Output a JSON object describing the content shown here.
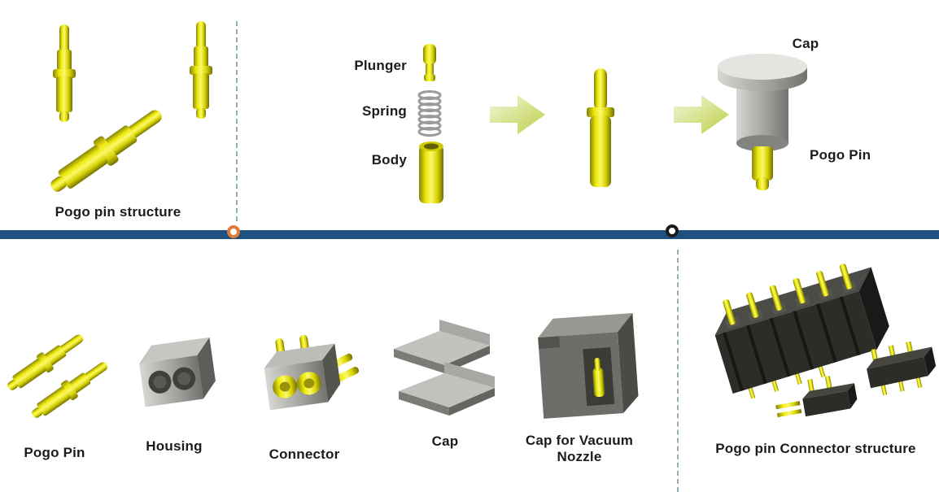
{
  "top_left": {
    "label": "Pogo pin  structure"
  },
  "exploded": {
    "plunger_label": "Plunger",
    "spring_label": "Spring",
    "body_label": "Body"
  },
  "assembled": {
    "cap_label": "Cap",
    "pogo_pin_label": "Pogo Pin"
  },
  "bottom_row": {
    "items": [
      {
        "label": "Pogo Pin"
      },
      {
        "label": "Housing"
      },
      {
        "label": "Connector"
      },
      {
        "label": "Cap"
      },
      {
        "label_line1": "Cap for Vacuum",
        "label_line2": "Nozzle"
      }
    ],
    "structure_label": "Pogo pin  Connector structure"
  },
  "colors": {
    "pin_yellow": "#ece80a",
    "timeline_blue": "#1f5080",
    "marker_orange": "#e07b3a",
    "marker_black": "#1a1a1a",
    "gray_part": "#a3a39f",
    "dark_connector": "#2c2c29",
    "arrow_green": "#bccf45"
  }
}
